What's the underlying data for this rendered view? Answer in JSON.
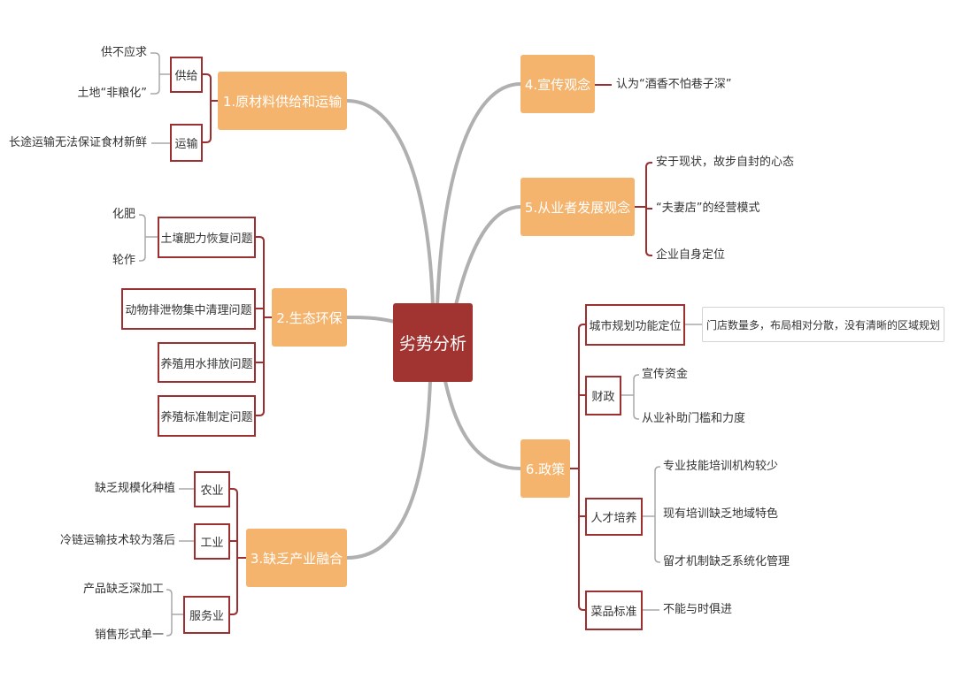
{
  "center": {
    "label": "劣势分析"
  },
  "branches": [
    {
      "label": "1.原材料供给和运输",
      "children": [
        {
          "label": "供给",
          "leaves": [
            "供不应求",
            "土地“非粮化”"
          ]
        },
        {
          "label": "运输",
          "leaves": [
            "长途运输无法保证食材新鲜"
          ]
        }
      ]
    },
    {
      "label": "2.生态环保",
      "children": [
        {
          "label": "土壤肥力恢复问题",
          "leaves": [
            "化肥",
            "轮作"
          ]
        },
        {
          "label": "动物排泄物集中清理问题"
        },
        {
          "label": "养殖用水排放问题"
        },
        {
          "label": "养殖标准制定问题"
        }
      ]
    },
    {
      "label": "3.缺乏产业融合",
      "children": [
        {
          "label": "农业",
          "leaves": [
            "缺乏规模化种植"
          ]
        },
        {
          "label": "工业",
          "leaves": [
            "冷链运输技术较为落后"
          ]
        },
        {
          "label": "服务业",
          "leaves": [
            "产品缺乏深加工",
            "销售形式单一"
          ]
        }
      ]
    },
    {
      "label": "4.宣传观念",
      "leaves": [
        "认为“酒香不怕巷子深”"
      ]
    },
    {
      "label": "5.从业者发展观念",
      "leaves": [
        "安于现状，故步自封的心态",
        "“夫妻店”的经营模式",
        "企业自身定位"
      ]
    },
    {
      "label": "6.政策",
      "children": [
        {
          "label": "城市规划功能定位",
          "leaves": [
            "门店数量多，布局相对分散，没有清晰的区域规划"
          ]
        },
        {
          "label": "财政",
          "leaves": [
            "宣传资金",
            "从业补助门槛和力度"
          ]
        },
        {
          "label": "人才培养",
          "leaves": [
            "专业技能培训机构较少",
            "现有培训缺乏地域特色",
            "留才机制缺乏系统化管理"
          ]
        },
        {
          "label": "菜品标准",
          "leaves": [
            "不能与时俱进"
          ]
        }
      ]
    }
  ],
  "colors": {
    "center_fill": "#a13430",
    "branch_fill": "#f5b46d",
    "subtopic_border": "#9c2f2f",
    "curve": "#b0b0b0",
    "leaf_line": "#a8a8a8"
  }
}
